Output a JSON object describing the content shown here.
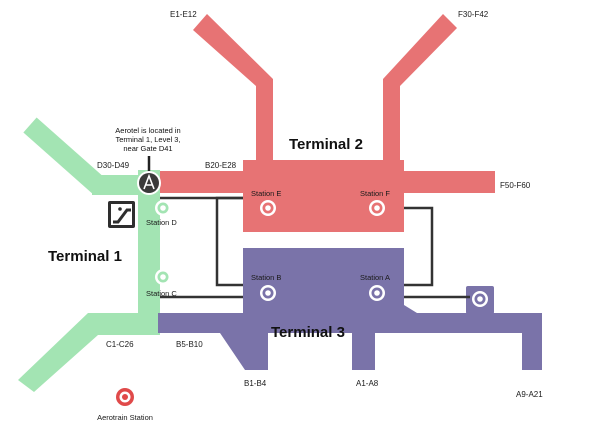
{
  "colors": {
    "terminal1": "#a3e4b3",
    "terminal2": "#e77374",
    "terminal3": "#7a73a9",
    "aerotrain": "#e04a4a",
    "hotel": "#3a3a3a",
    "rail": "#333333",
    "background": "#ffffff"
  },
  "terminals": {
    "t1": "Terminal 1",
    "t2": "Terminal 2",
    "t3": "Terminal 3"
  },
  "gates": {
    "e": "E1-E12",
    "f_top": "F30-F42",
    "f_side": "F50-F60",
    "d": "D30-D49",
    "b20": "B20-E28",
    "c": "C1-C26",
    "b5": "B5-B10",
    "b1": "B1-B4",
    "a1": "A1-A8",
    "a9": "A9-A21"
  },
  "stations": {
    "e": "Station E",
    "f": "Station F",
    "d": "Station D",
    "b": "Station B",
    "a": "Station A",
    "c": "Station C"
  },
  "hotel_note": {
    "line1": "Aerotel is located in",
    "line2": "Terminal 1, Level 3,",
    "line3": "near Gate D41",
    "icon": "aerotel-pin-icon"
  },
  "legend": {
    "aerotrain": "Aerotrain Station",
    "icon": "aerotrain-station-icon"
  }
}
